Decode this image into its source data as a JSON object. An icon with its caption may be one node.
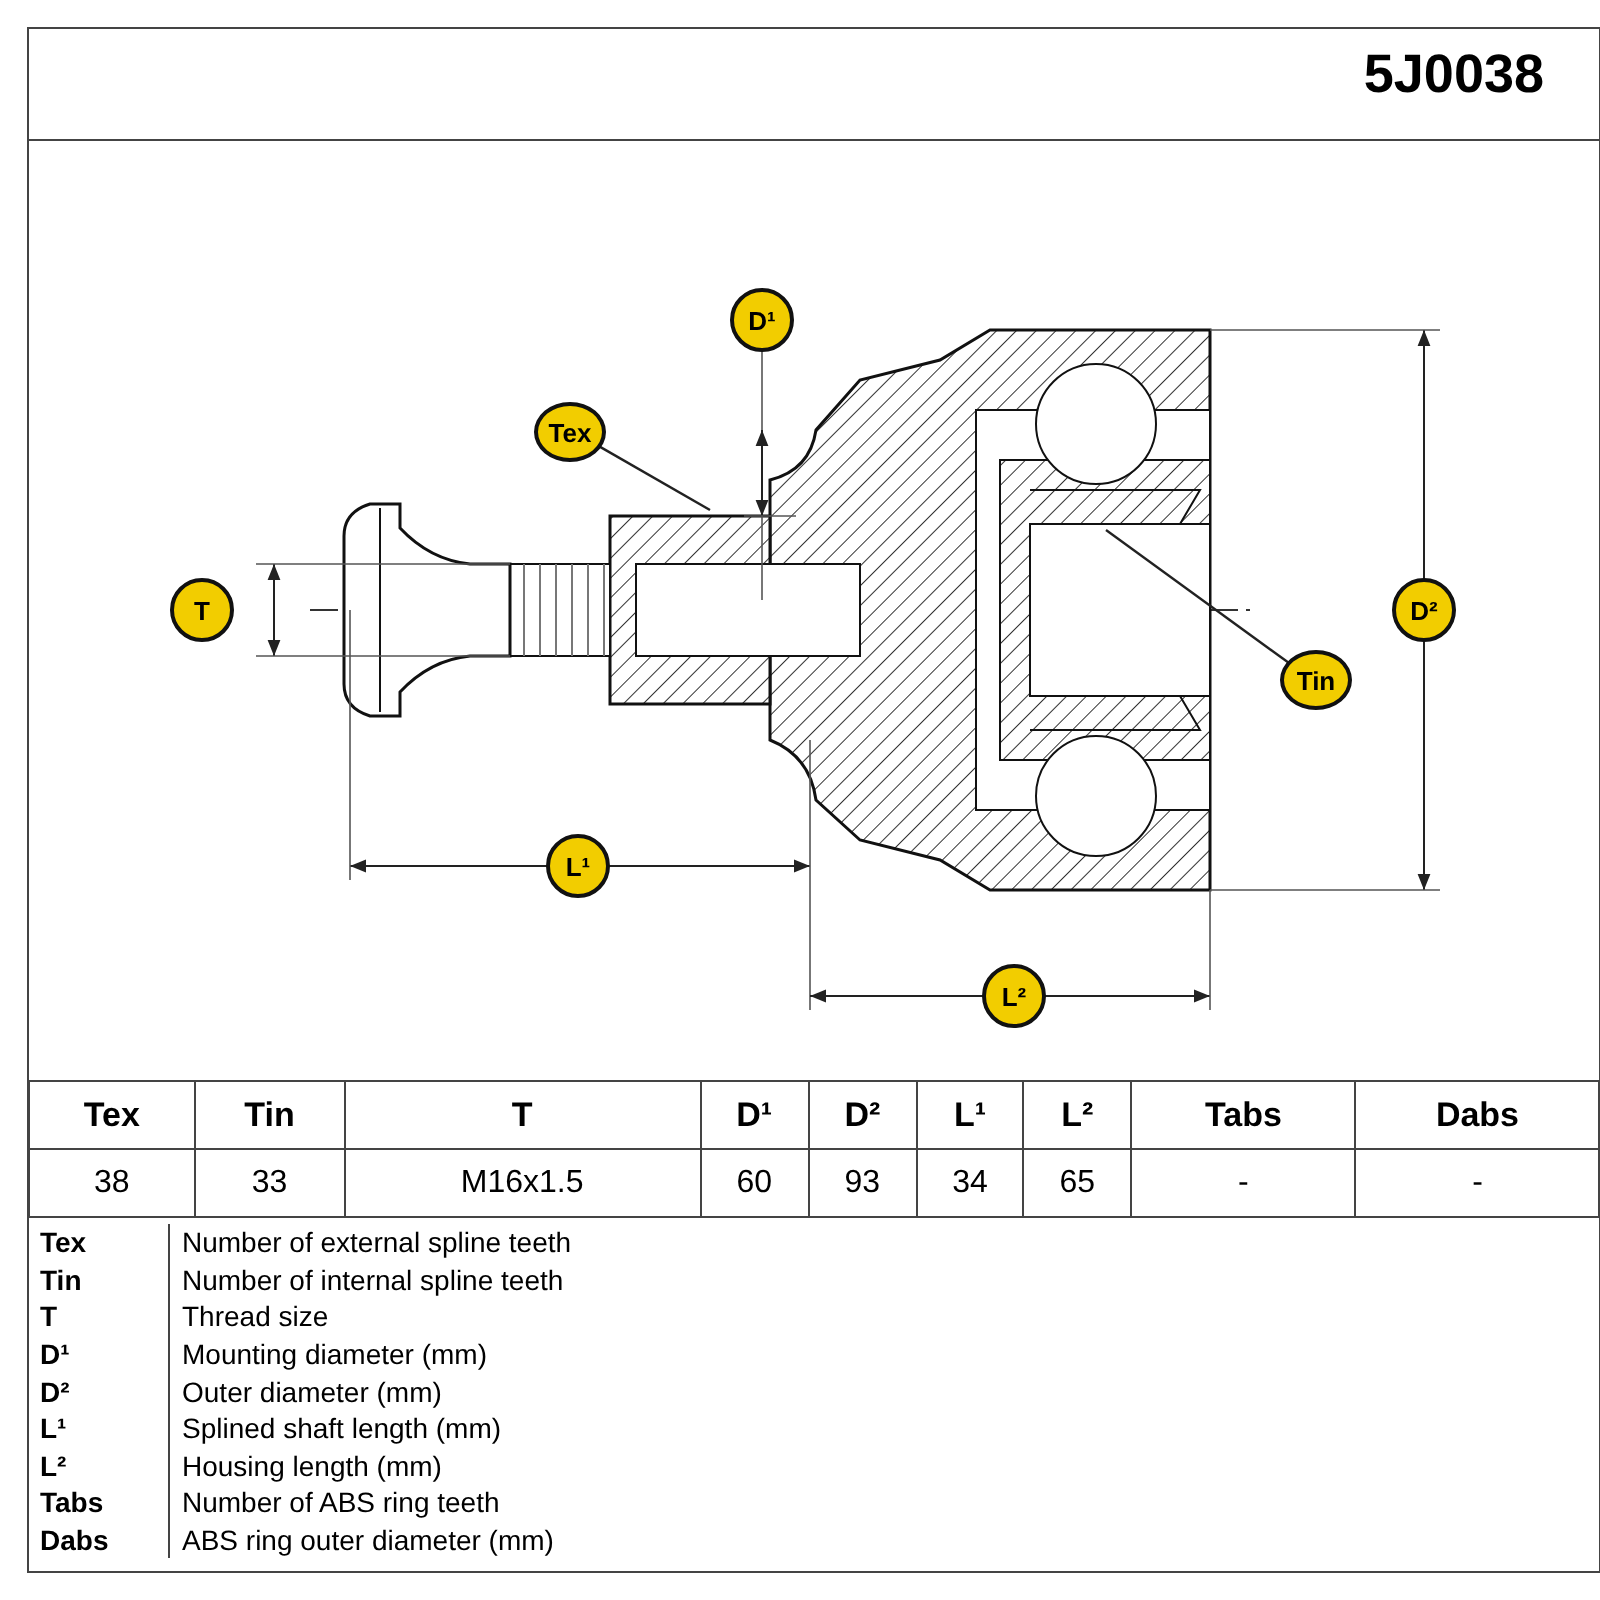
{
  "diagram": {
    "nodes": [
      {
        "text": [
          "Tex"
        ]
      },
      {
        "text": [
          "Tin"
        ]
      }
    ],
    "edges": [
      {
        "from": 0,
        "to": null,
        "arrow": "none"
      },
      {
        "from": 1,
        "to": null,
        "arrow": "none"
      }
    ],
    "labels": [
      "5J0038",
      "D¹",
      "T",
      "D²",
      "L¹",
      "L²",
      "Tex",
      "Tin",
      "T",
      "D¹",
      "D²",
      "L¹",
      "L²",
      "Tabs",
      "Dabs",
      "38",
      "33",
      "M16x1.5",
      "60",
      "93",
      "34",
      "65",
      "-",
      "-",
      "Tex",
      "Number of external spline teeth",
      "Tin",
      "Number of internal spline teeth",
      "T",
      "Thread size",
      "D¹",
      "Mounting diameter (mm)",
      "D²",
      "Outer diameter (mm)",
      "L¹",
      "Splined shaft length (mm)",
      "L²",
      "Housing length (mm)",
      "Tabs",
      "Number of ABS ring teeth",
      "Dabs",
      "ABS ring outer diameter (mm)"
    ]
  }
}
